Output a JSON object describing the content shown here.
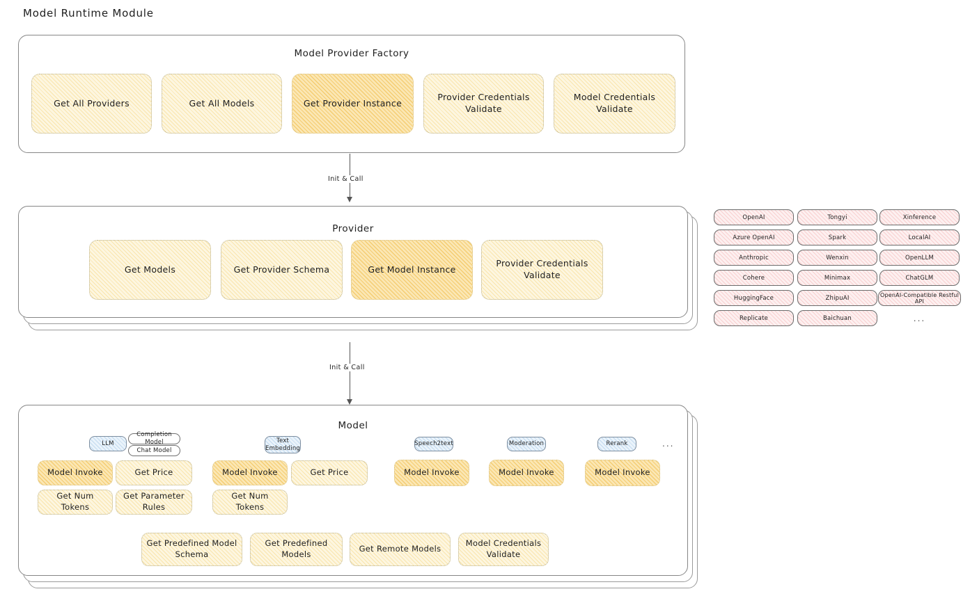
{
  "page": {
    "title": "Model Runtime Module"
  },
  "factory": {
    "title": "Model Provider Factory",
    "boxes": [
      {
        "label": "Get All Providers",
        "highlight": false
      },
      {
        "label": "Get All Models",
        "highlight": false
      },
      {
        "label": "Get Provider Instance",
        "highlight": true
      },
      {
        "label": "Provider Credentials Validate",
        "highlight": false
      },
      {
        "label": "Model Credentials Validate",
        "highlight": false
      }
    ]
  },
  "arrows": [
    {
      "label": "Init & Call"
    },
    {
      "label": "Init & Call"
    }
  ],
  "provider": {
    "title": "Provider",
    "boxes": [
      {
        "label": "Get Models",
        "highlight": false
      },
      {
        "label": "Get Provider Schema",
        "highlight": false
      },
      {
        "label": "Get Model Instance",
        "highlight": true
      },
      {
        "label": "Provider Credentials Validate",
        "highlight": false
      }
    ]
  },
  "provider_list": {
    "columns": [
      {
        "items": [
          "OpenAI",
          "Azure OpenAI",
          "Anthropic",
          "Cohere",
          "HuggingFace",
          "Replicate"
        ]
      },
      {
        "items": [
          "Tongyi",
          "Spark",
          "Wenxin",
          "Minimax",
          "ZhipuAI",
          "Baichuan"
        ]
      },
      {
        "items": [
          "Xinference",
          "LocalAI",
          "OpenLLM",
          "ChatGLM",
          "OpenAI-Compatible Restful API"
        ]
      }
    ],
    "ellipsis": "..."
  },
  "model": {
    "title": "Model",
    "ellipsis": "...",
    "types": [
      {
        "name": "LLM",
        "subtypes": [
          "Completion Model",
          "Chat Model"
        ],
        "boxes": [
          {
            "label": "Model Invoke",
            "highlight": true
          },
          {
            "label": "Get Price",
            "highlight": false
          },
          {
            "label": "Get Num Tokens",
            "highlight": false
          },
          {
            "label": "Get Parameter Rules",
            "highlight": false
          }
        ]
      },
      {
        "name": "Text Embedding",
        "subtypes": [],
        "boxes": [
          {
            "label": "Model Invoke",
            "highlight": true
          },
          {
            "label": "Get Price",
            "highlight": false
          },
          {
            "label": "Get Num Tokens",
            "highlight": false
          }
        ]
      },
      {
        "name": "Speech2text",
        "subtypes": [],
        "boxes": [
          {
            "label": "Model Invoke",
            "highlight": true
          }
        ]
      },
      {
        "name": "Moderation",
        "subtypes": [],
        "boxes": [
          {
            "label": "Model Invoke",
            "highlight": true
          }
        ]
      },
      {
        "name": "Rerank",
        "subtypes": [],
        "boxes": [
          {
            "label": "Model Invoke",
            "highlight": true
          }
        ]
      }
    ],
    "common_boxes": [
      {
        "label": "Get Predefined Model Schema"
      },
      {
        "label": "Get Predefined Models"
      },
      {
        "label": "Get Remote Models"
      },
      {
        "label": "Model Credentials Validate"
      }
    ]
  },
  "colors": {
    "highlight_fill": "#fbe7b4",
    "box_fill": "#fdf6e0",
    "chip_fill": "#fdf0f0",
    "badge_fill": "#eaf3fb",
    "stroke": "#868686",
    "text": "#1e1e1e"
  }
}
